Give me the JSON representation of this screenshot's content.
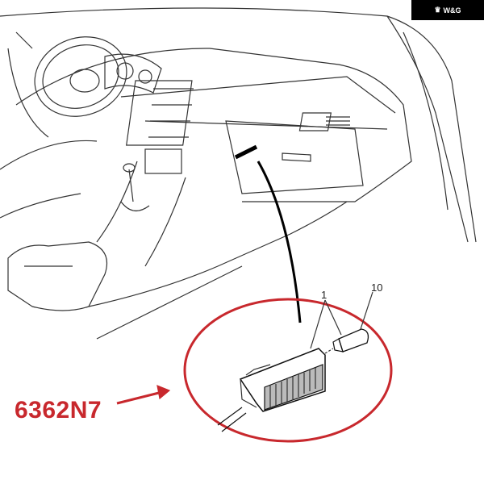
{
  "brand_badge": {
    "icon": "crown-logo-icon",
    "text": "W&G"
  },
  "callouts": {
    "part_1": "1",
    "part_10": "10"
  },
  "part_number": "6362N7",
  "colors": {
    "highlight": "#c8282d",
    "line": "#222222",
    "badge_bg": "#000000"
  }
}
